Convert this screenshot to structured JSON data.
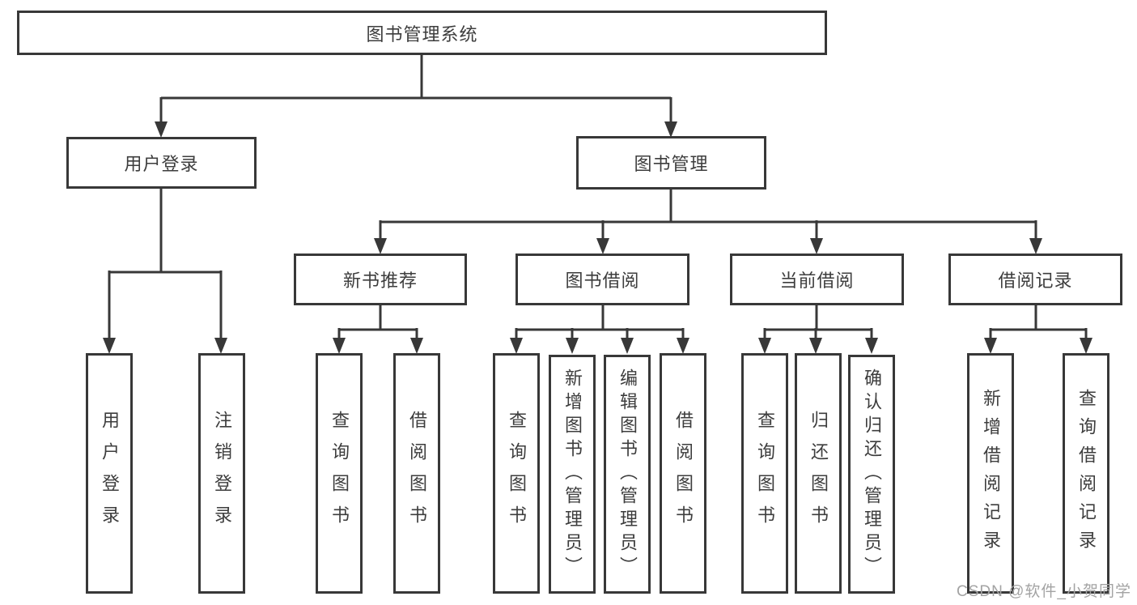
{
  "diagram": {
    "type": "tree",
    "root": {
      "label": "图书管理系统"
    },
    "level2": [
      {
        "label": "用户登录"
      },
      {
        "label": "图书管理"
      }
    ],
    "level3": [
      {
        "label": "新书推荐",
        "parent": "图书管理"
      },
      {
        "label": "图书借阅",
        "parent": "图书管理"
      },
      {
        "label": "当前借阅",
        "parent": "图书管理"
      },
      {
        "label": "借阅记录",
        "parent": "图书管理"
      }
    ],
    "leaves": [
      {
        "label": "用户登录",
        "parent": "用户登录"
      },
      {
        "label": "注销登录",
        "parent": "用户登录"
      },
      {
        "label": "查询图书",
        "parent": "新书推荐"
      },
      {
        "label": "借阅图书",
        "parent": "新书推荐"
      },
      {
        "label": "查询图书",
        "parent": "图书借阅"
      },
      {
        "label": "新增图书（管理员）",
        "parent": "图书借阅"
      },
      {
        "label": "编辑图书（管理员）",
        "parent": "图书借阅"
      },
      {
        "label": "借阅图书",
        "parent": "图书借阅"
      },
      {
        "label": "查询图书",
        "parent": "当前借阅"
      },
      {
        "label": "归还图书",
        "parent": "当前借阅"
      },
      {
        "label": "确认归还（管理员）",
        "parent": "当前借阅"
      },
      {
        "label": "新增借阅记录",
        "parent": "借阅记录"
      },
      {
        "label": "查询借阅记录",
        "parent": "借阅记录"
      }
    ]
  },
  "watermark": "CSDN @软件_小贺同学",
  "colors": {
    "line": "#383838",
    "text": "#3d3d3d",
    "background": "#ffffff",
    "watermark": "#a3a3a3"
  }
}
